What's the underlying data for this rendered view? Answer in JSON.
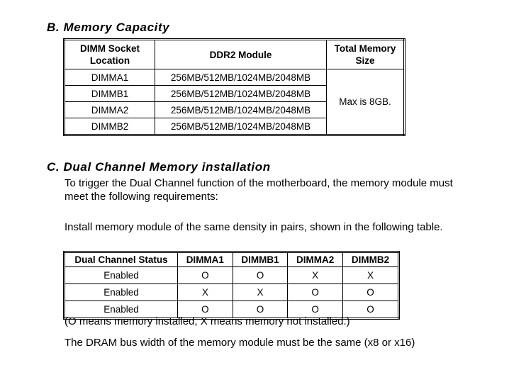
{
  "sectionB": {
    "title": "B. Memory Capacity",
    "headers": [
      "DIMM Socket Location",
      "DDR2 Module",
      "Total Memory Size"
    ],
    "rows": [
      [
        "DIMMA1",
        "256MB/512MB/1024MB/2048MB"
      ],
      [
        "DIMMB1",
        "256MB/512MB/1024MB/2048MB"
      ],
      [
        "DIMMA2",
        "256MB/512MB/1024MB/2048MB"
      ],
      [
        "DIMMB2",
        "256MB/512MB/1024MB/2048MB"
      ]
    ],
    "total": "Max is 8GB."
  },
  "sectionC": {
    "title": "C. Dual Channel Memory installation",
    "intro": "To trigger the Dual Channel function of the motherboard, the memory module must meet the following requirements:",
    "install": "Install memory module of the same density in pairs, shown in the following table.",
    "headers": [
      "Dual Channel Status",
      "DIMMA1",
      "DIMMB1",
      "DIMMA2",
      "DIMMB2"
    ],
    "rows": [
      [
        "Enabled",
        "O",
        "O",
        "X",
        "X"
      ],
      [
        "Enabled",
        "X",
        "X",
        "O",
        "O"
      ],
      [
        "Enabled",
        "O",
        "O",
        "O",
        "O"
      ]
    ],
    "note": "(O means memory installed, X means memory not installed.)",
    "bus": "The DRAM bus width of the memory module must be the same (x8 or x16)"
  }
}
